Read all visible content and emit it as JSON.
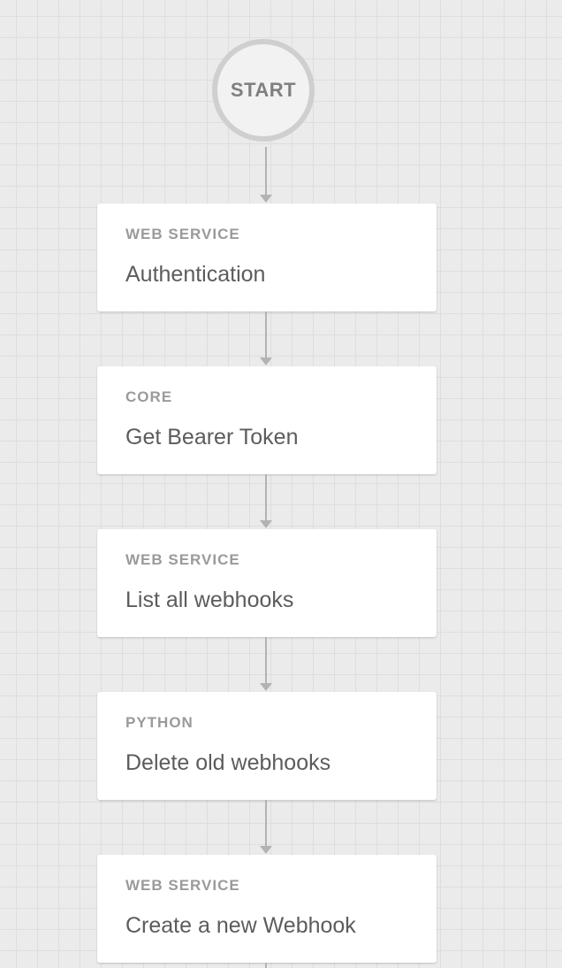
{
  "flow": {
    "start_label": "START",
    "nodes": [
      {
        "type": "WEB SERVICE",
        "title": "Authentication"
      },
      {
        "type": "CORE",
        "title": "Get Bearer Token"
      },
      {
        "type": "WEB SERVICE",
        "title": "List all webhooks"
      },
      {
        "type": "PYTHON",
        "title": "Delete old webhooks"
      },
      {
        "type": "WEB SERVICE",
        "title": "Create a new Webhook"
      }
    ]
  },
  "colors": {
    "canvas_background": "#ebebeb",
    "grid_line": "#dedede",
    "node_background": "#ffffff",
    "connector": "#b3b3b3",
    "type_label": "#9a9a9a",
    "title_text": "#5c5c5c",
    "start_border": "#cfcfcf"
  }
}
